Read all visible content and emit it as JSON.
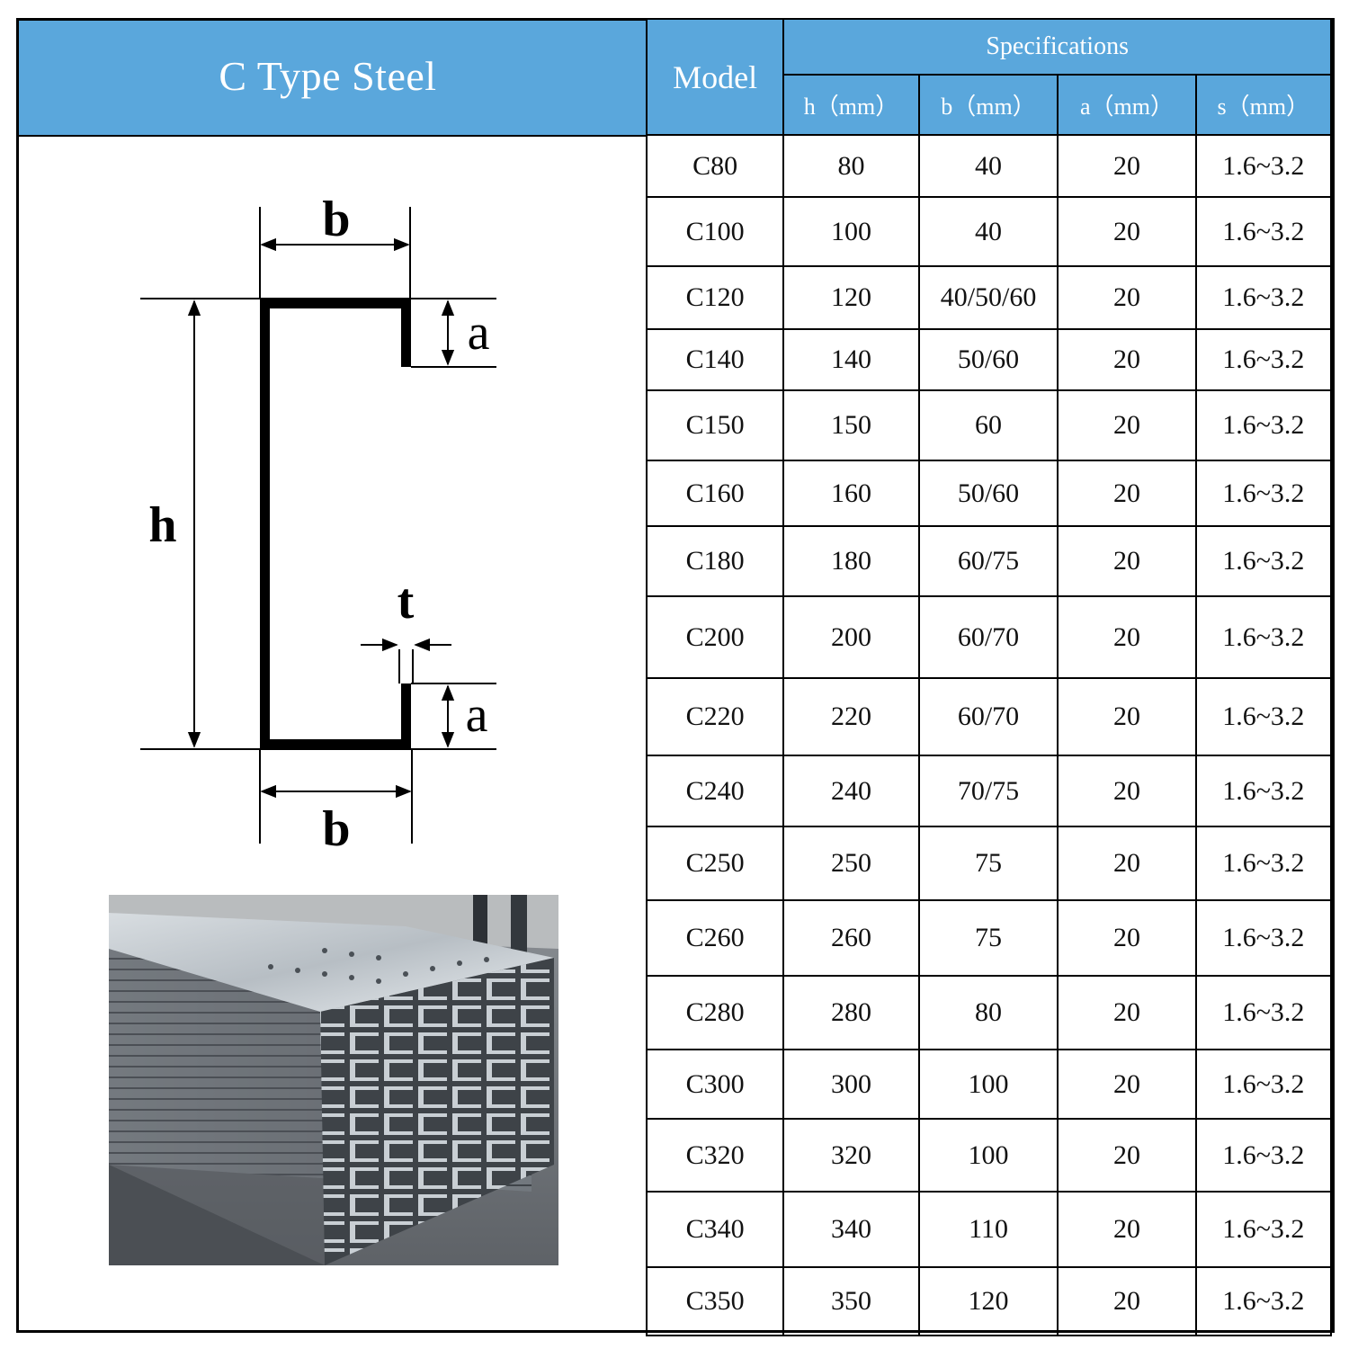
{
  "title": "C Type Steel",
  "diagram_labels": {
    "b_top": "b",
    "a_top": "a",
    "h": "h",
    "t": "t",
    "a_bottom": "a",
    "b_bottom": "b"
  },
  "table": {
    "model_header": "Model",
    "spec_header": "Specifications",
    "columns": [
      "h（mm）",
      "b（mm）",
      "a（mm）",
      "s（mm）"
    ],
    "rows": [
      {
        "model": "C80",
        "h": "80",
        "b": "40",
        "a": "20",
        "s": "1.6~3.2"
      },
      {
        "model": "C100",
        "h": "100",
        "b": "40",
        "a": "20",
        "s": "1.6~3.2"
      },
      {
        "model": "C120",
        "h": "120",
        "b": "40/50/60",
        "a": "20",
        "s": "1.6~3.2"
      },
      {
        "model": "C140",
        "h": "140",
        "b": "50/60",
        "a": "20",
        "s": "1.6~3.2"
      },
      {
        "model": "C150",
        "h": "150",
        "b": "60",
        "a": "20",
        "s": "1.6~3.2"
      },
      {
        "model": "C160",
        "h": "160",
        "b": "50/60",
        "a": "20",
        "s": "1.6~3.2"
      },
      {
        "model": "C180",
        "h": "180",
        "b": "60/75",
        "a": "20",
        "s": "1.6~3.2"
      },
      {
        "model": "C200",
        "h": "200",
        "b": "60/70",
        "a": "20",
        "s": "1.6~3.2"
      },
      {
        "model": "C220",
        "h": "220",
        "b": "60/70",
        "a": "20",
        "s": "1.6~3.2"
      },
      {
        "model": "C240",
        "h": "240",
        "b": "70/75",
        "a": "20",
        "s": "1.6~3.2"
      },
      {
        "model": "C250",
        "h": "250",
        "b": "75",
        "a": "20",
        "s": "1.6~3.2"
      },
      {
        "model": "C260",
        "h": "260",
        "b": "75",
        "a": "20",
        "s": "1.6~3.2"
      },
      {
        "model": "C280",
        "h": "280",
        "b": "80",
        "a": "20",
        "s": "1.6~3.2"
      },
      {
        "model": "C300",
        "h": "300",
        "b": "100",
        "a": "20",
        "s": "1.6~3.2"
      },
      {
        "model": "C320",
        "h": "320",
        "b": "100",
        "a": "20",
        "s": "1.6~3.2"
      },
      {
        "model": "C340",
        "h": "340",
        "b": "110",
        "a": "20",
        "s": "1.6~3.2"
      },
      {
        "model": "C350",
        "h": "350",
        "b": "120",
        "a": "20",
        "s": "1.6~3.2"
      }
    ]
  },
  "colors": {
    "header_bg": "#5aa7dc",
    "header_text": "#ffffff",
    "grid": "#000000"
  }
}
